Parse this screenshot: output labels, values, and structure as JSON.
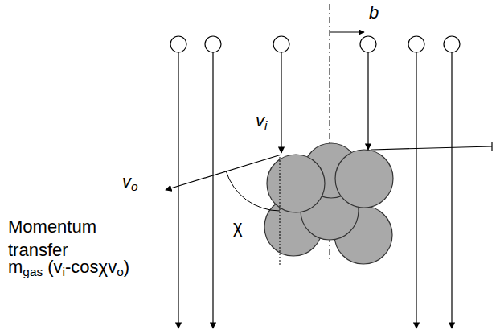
{
  "diagram": {
    "labels": [
      "b",
      "vi",
      "vo",
      "χ",
      "Momentum transfer",
      "mgas (vi-cosχvo)"
    ]
  }
}
